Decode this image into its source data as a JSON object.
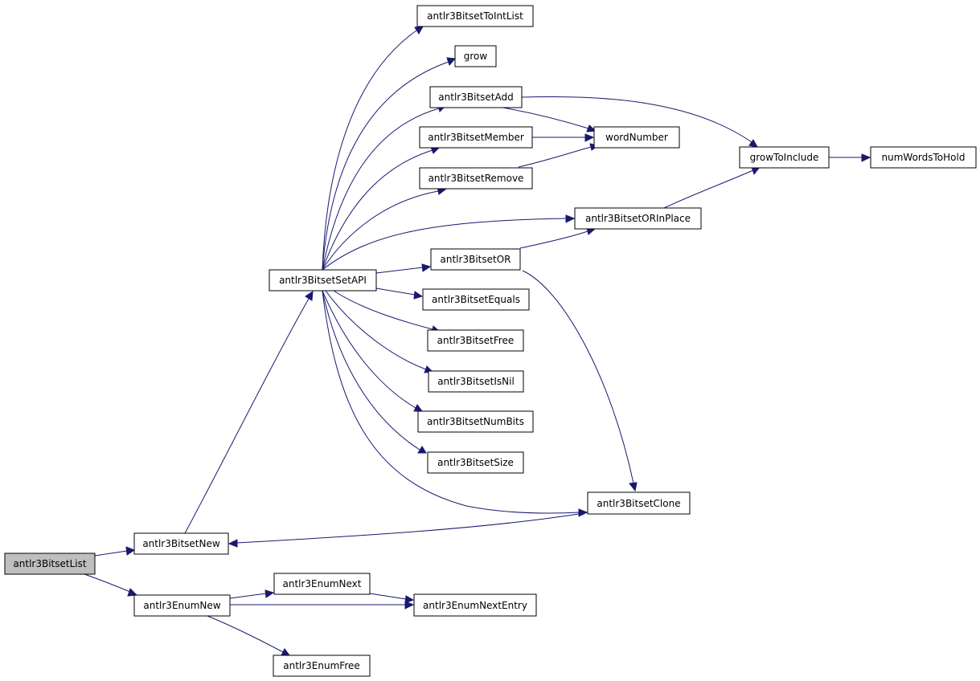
{
  "nodes": {
    "antlr3BitsetList": "antlr3BitsetList",
    "antlr3BitsetNew": "antlr3BitsetNew",
    "antlr3EnumNew": "antlr3EnumNew",
    "antlr3BitsetSetAPI": "antlr3BitsetSetAPI",
    "antlr3BitsetToIntList": "antlr3BitsetToIntList",
    "grow": "grow",
    "antlr3BitsetAdd": "antlr3BitsetAdd",
    "antlr3BitsetMember": "antlr3BitsetMember",
    "antlr3BitsetRemove": "antlr3BitsetRemove",
    "wordNumber": "wordNumber",
    "growToInclude": "growToInclude",
    "numWordsToHold": "numWordsToHold",
    "antlr3BitsetORInPlace": "antlr3BitsetORInPlace",
    "antlr3BitsetOR": "antlr3BitsetOR",
    "antlr3BitsetEquals": "antlr3BitsetEquals",
    "antlr3BitsetFree": "antlr3BitsetFree",
    "antlr3BitsetIsNil": "antlr3BitsetIsNil",
    "antlr3BitsetNumBits": "antlr3BitsetNumBits",
    "antlr3BitsetSize": "antlr3BitsetSize",
    "antlr3BitsetClone": "antlr3BitsetClone",
    "antlr3EnumNext": "antlr3EnumNext",
    "antlr3EnumNextEntry": "antlr3EnumNextEntry",
    "antlr3EnumFree": "antlr3EnumFree"
  },
  "edges": [
    [
      "antlr3BitsetList",
      "antlr3BitsetNew"
    ],
    [
      "antlr3BitsetList",
      "antlr3EnumNew"
    ],
    [
      "antlr3BitsetNew",
      "antlr3BitsetSetAPI"
    ],
    [
      "antlr3BitsetSetAPI",
      "antlr3BitsetToIntList"
    ],
    [
      "antlr3BitsetSetAPI",
      "grow"
    ],
    [
      "antlr3BitsetSetAPI",
      "antlr3BitsetAdd"
    ],
    [
      "antlr3BitsetSetAPI",
      "antlr3BitsetMember"
    ],
    [
      "antlr3BitsetSetAPI",
      "antlr3BitsetRemove"
    ],
    [
      "antlr3BitsetSetAPI",
      "antlr3BitsetORInPlace"
    ],
    [
      "antlr3BitsetSetAPI",
      "antlr3BitsetOR"
    ],
    [
      "antlr3BitsetSetAPI",
      "antlr3BitsetEquals"
    ],
    [
      "antlr3BitsetSetAPI",
      "antlr3BitsetFree"
    ],
    [
      "antlr3BitsetSetAPI",
      "antlr3BitsetIsNil"
    ],
    [
      "antlr3BitsetSetAPI",
      "antlr3BitsetNumBits"
    ],
    [
      "antlr3BitsetSetAPI",
      "antlr3BitsetSize"
    ],
    [
      "antlr3BitsetSetAPI",
      "antlr3BitsetClone"
    ],
    [
      "antlr3BitsetAdd",
      "wordNumber"
    ],
    [
      "antlr3BitsetAdd",
      "growToInclude"
    ],
    [
      "antlr3BitsetMember",
      "wordNumber"
    ],
    [
      "antlr3BitsetRemove",
      "wordNumber"
    ],
    [
      "growToInclude",
      "numWordsToHold"
    ],
    [
      "antlr3BitsetORInPlace",
      "growToInclude"
    ],
    [
      "antlr3BitsetOR",
      "antlr3BitsetORInPlace"
    ],
    [
      "antlr3BitsetOR",
      "antlr3BitsetClone"
    ],
    [
      "antlr3BitsetClone",
      "antlr3BitsetNew"
    ],
    [
      "antlr3EnumNew",
      "antlr3EnumNext"
    ],
    [
      "antlr3EnumNew",
      "antlr3EnumNextEntry"
    ],
    [
      "antlr3EnumNew",
      "antlr3EnumFree"
    ],
    [
      "antlr3EnumNext",
      "antlr3EnumNextEntry"
    ]
  ],
  "colors": {
    "edge": "#191970",
    "root_fill": "#bfbfbf",
    "node_fill": "#ffffff",
    "node_border": "#000000"
  }
}
